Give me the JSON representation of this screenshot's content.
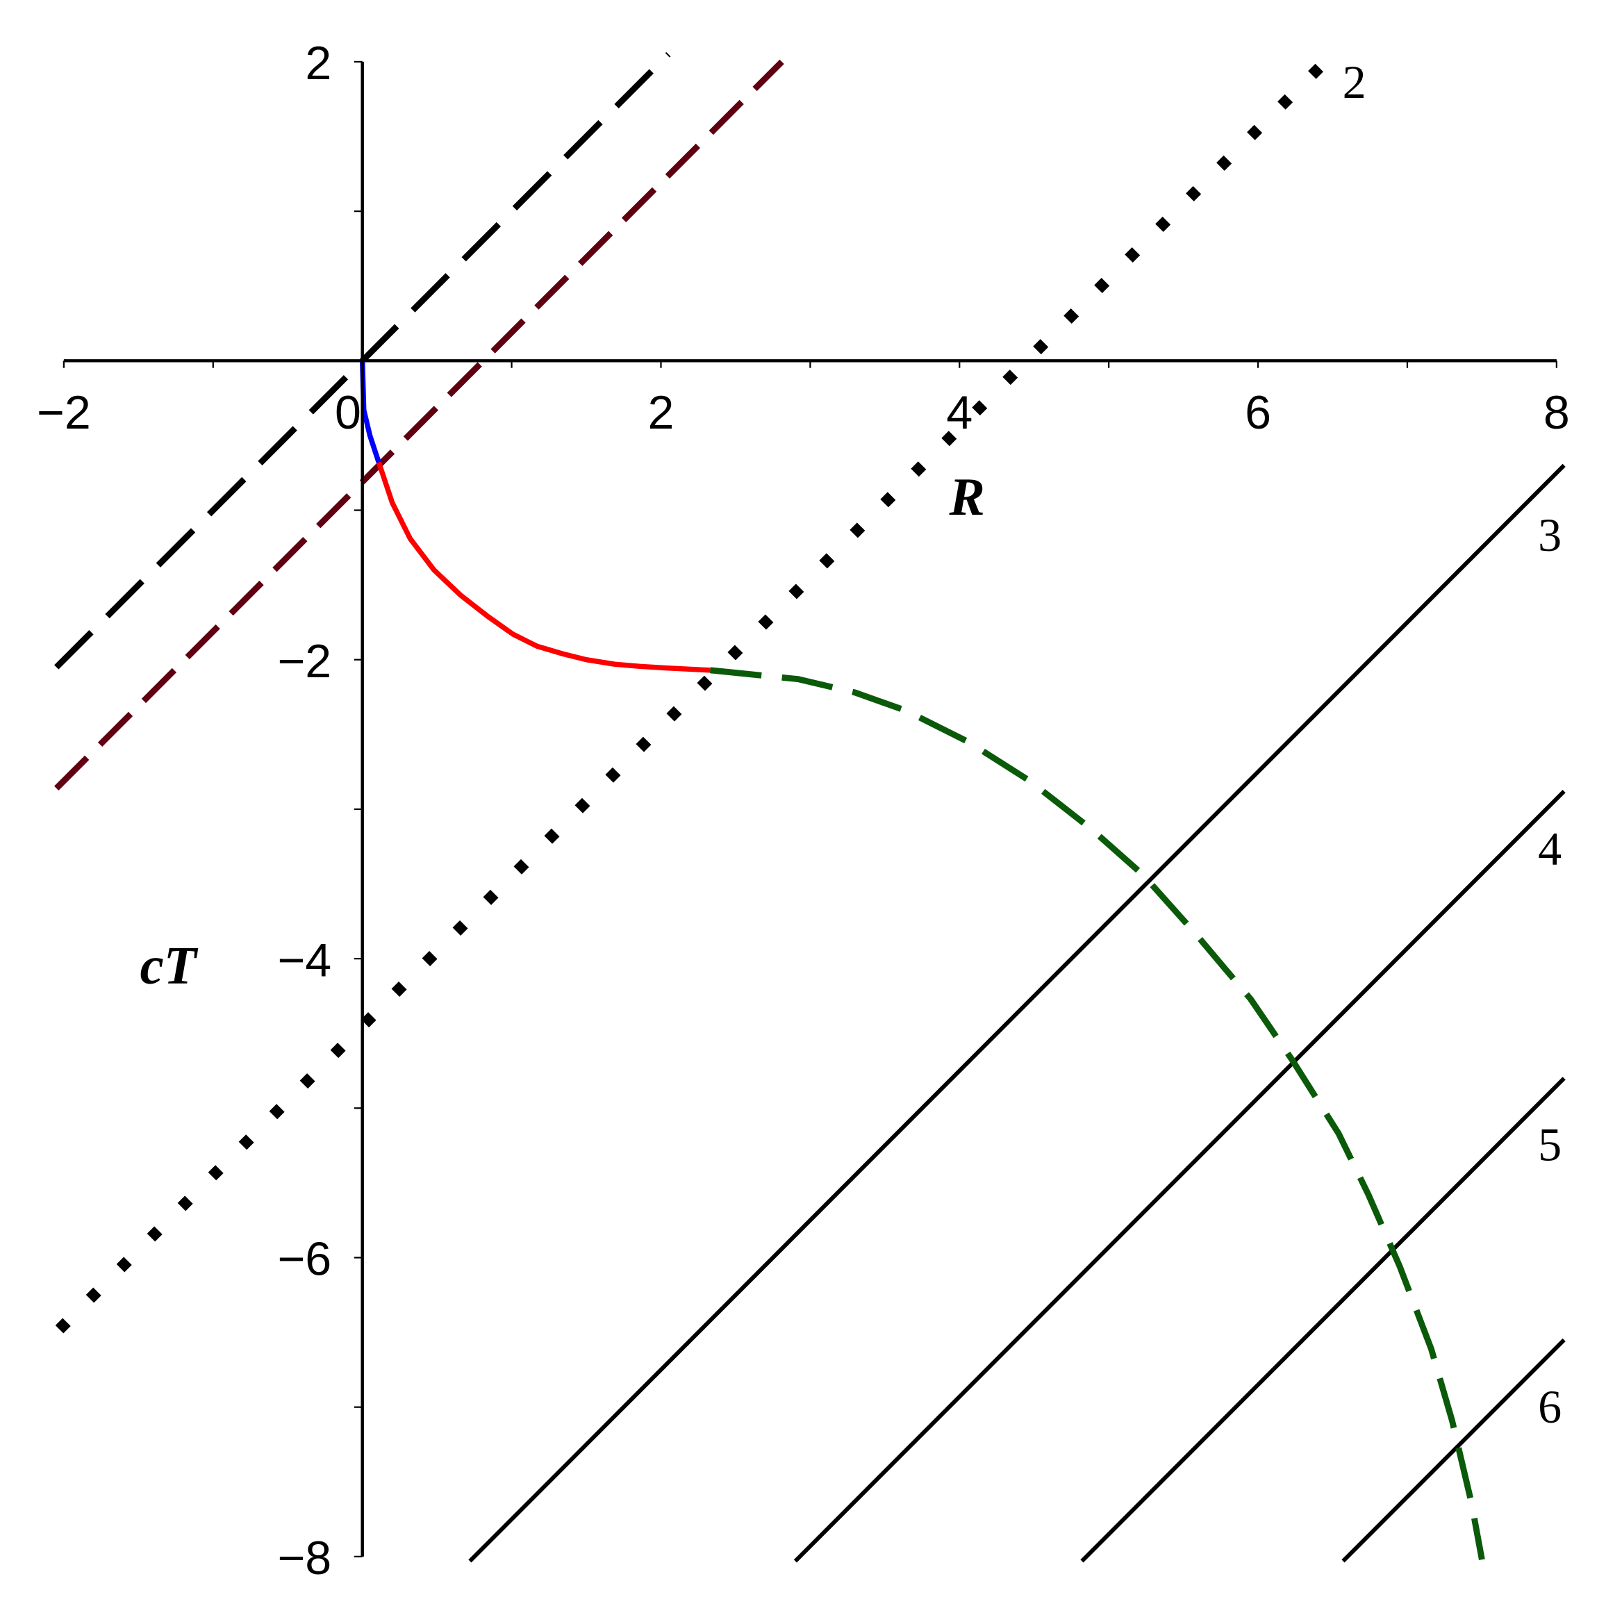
{
  "chart_data": {
    "type": "line",
    "xlabel": "R",
    "ylabel": "cT",
    "xlim": [
      -2,
      8
    ],
    "ylim": [
      -8,
      2
    ],
    "grid": false,
    "x_ticks": [
      "−2",
      "0",
      "2",
      "4",
      "6",
      "8"
    ],
    "x_tick_values": [
      -2,
      0,
      2,
      4,
      6,
      8
    ],
    "y_ticks": [
      "2",
      "−2",
      "−4",
      "−6",
      "−8"
    ],
    "y_tick_values": [
      2,
      -2,
      -4,
      -6,
      -8
    ],
    "series": [
      {
        "style": "dashed",
        "color": "#000000",
        "x": [
          -2.05,
          2.05
        ],
        "y": [
          -2.05,
          2.05
        ]
      },
      {
        "style": "dashed",
        "color": "#600010",
        "x": [
          -2.05,
          2.81
        ],
        "y": [
          -2.86,
          2.0
        ]
      },
      {
        "name": "2",
        "style": "dotted",
        "color": "#000000",
        "x": [
          -2.03,
          6.41
        ],
        "y": [
          -6.48,
          1.96
        ]
      },
      {
        "name": "3",
        "style": "solid",
        "color": "#000000",
        "x": [
          0.72,
          8.05
        ],
        "y": [
          -8.03,
          -0.7
        ]
      },
      {
        "name": "4",
        "style": "solid",
        "color": "#000000",
        "x": [
          2.9,
          8.05
        ],
        "y": [
          -8.03,
          -2.88
        ]
      },
      {
        "name": "5",
        "style": "solid",
        "color": "#000000",
        "x": [
          4.82,
          8.05
        ],
        "y": [
          -8.03,
          -4.8
        ]
      },
      {
        "name": "6",
        "style": "solid",
        "color": "#000000",
        "x": [
          6.57,
          8.05
        ],
        "y": [
          -8.03,
          -6.55
        ]
      },
      {
        "style": "solid",
        "color": "#0000ff",
        "x": [
          0,
          0.01,
          0.05,
          0.11
        ],
        "y": [
          0,
          -0.33,
          -0.5,
          -0.68
        ]
      },
      {
        "style": "solid",
        "color": "#ff0000",
        "x": [
          0.11,
          0.2,
          0.32,
          0.48,
          0.66,
          0.84,
          1.01,
          1.17,
          1.34,
          1.5,
          1.69,
          1.86,
          2.03,
          2.33
        ],
        "y": [
          -0.68,
          -0.95,
          -1.19,
          -1.4,
          -1.57,
          -1.71,
          -1.83,
          -1.91,
          -1.96,
          -2.0,
          -2.03,
          -2.045,
          -2.055,
          -2.07
        ]
      },
      {
        "style": "dashed",
        "color": "#0a5a0a",
        "x": [
          2.33,
          2.92,
          3.3,
          3.64,
          4.06,
          4.47,
          4.88,
          5.23,
          5.57,
          5.95,
          6.23,
          6.54,
          6.74,
          6.95,
          7.16,
          7.3,
          7.43,
          7.5
        ],
        "y": [
          -2.07,
          -2.13,
          -2.22,
          -2.34,
          -2.55,
          -2.81,
          -3.13,
          -3.44,
          -3.82,
          -4.27,
          -4.68,
          -5.17,
          -5.58,
          -6.06,
          -6.61,
          -7.09,
          -7.64,
          -8.02
        ]
      }
    ]
  }
}
